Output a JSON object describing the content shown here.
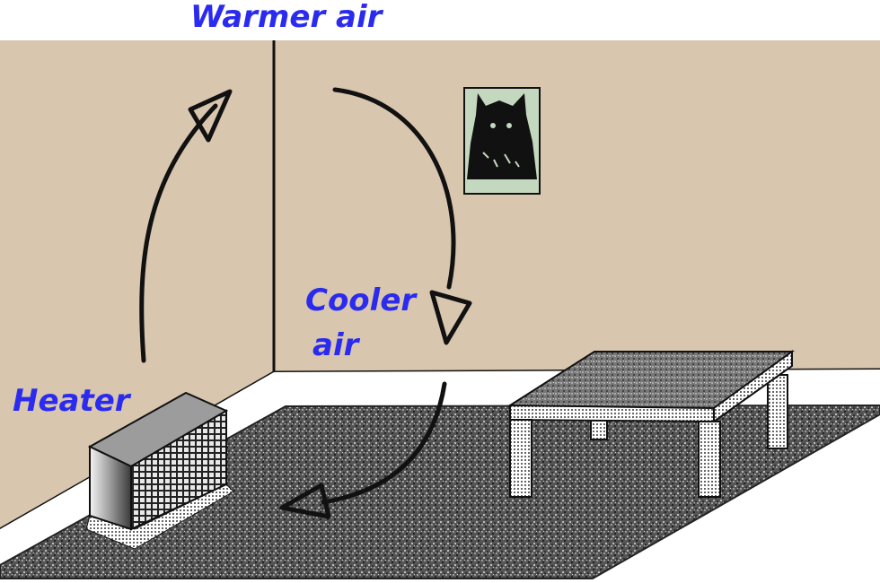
{
  "labels": {
    "warmer": "Warmer air",
    "cooler_line1": "Cooler",
    "cooler_line2": "air",
    "heater": "Heater"
  },
  "colors": {
    "wall": "#d8c6ae",
    "label": "#2b2bf0",
    "rug": "#565656",
    "floor": "#ffffff",
    "line": "#111111",
    "poster_bg": "#c4d8bf"
  },
  "icons": {
    "warm_arrow": "arrow-up-curved-icon",
    "cool_arrow": "arrow-down-curved-icon",
    "floor_arrow": "arrow-left-curved-icon",
    "heater": "heater-icon",
    "table": "table-icon",
    "poster": "cat-poster-icon"
  }
}
